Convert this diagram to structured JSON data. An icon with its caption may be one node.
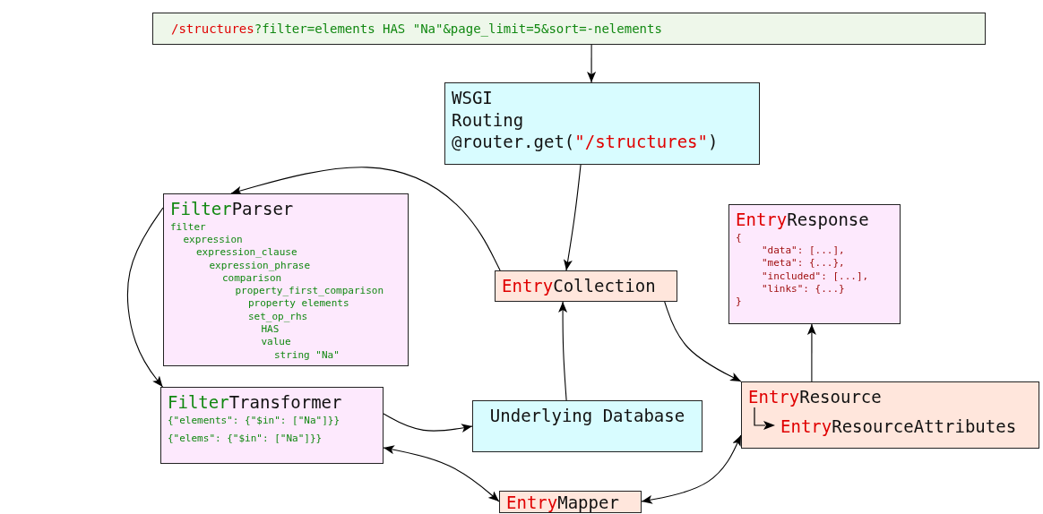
{
  "diagram": {
    "nodes": [
      {
        "text": [
          "**/structures**?filter=elements HAS \"Na\"&page_limit=5&sort=-nelements"
        ]
      },
      {
        "text": [
          "WSGI",
          "Routing",
          "@router.get(**\"/structures\"**)"
        ]
      },
      {
        "text": [
          "**Filter**Parser",
          "filter",
          "expression",
          "expression_clause",
          "expression_phrase",
          "comparison",
          "property_first_comparison",
          "property elements",
          "set_op_rhs",
          "HAS",
          "value",
          "string \"Na\""
        ]
      },
      {
        "text": [
          "**Entry**Collection"
        ]
      },
      {
        "text": [
          "**Entry**Response",
          "{",
          "\"data\": [...],",
          "\"meta\": {...},",
          "\"included\": [...],",
          "\"links\": {...}",
          "}"
        ]
      },
      {
        "text": [
          "**Filter**Transformer",
          "{\"elements\": {\"$in\": [\"Na\"]}}",
          "{\"**elems**\": {\"$in\": [\"Na\"]}}"
        ]
      },
      {
        "text": [
          "Underlying Database"
        ]
      },
      {
        "text": [
          "**Entry**Resource",
          "**Entry**ResourceAttributes"
        ]
      },
      {
        "text": [
          "**Entry**Mapper"
        ]
      }
    ],
    "edges": [
      {
        "from": 0,
        "to": 1,
        "arrow": "to"
      },
      {
        "from": 1,
        "to": 3,
        "arrow": "to"
      },
      {
        "from": 3,
        "to": 2,
        "arrow": "to"
      },
      {
        "from": 2,
        "to": 5,
        "arrow": "to"
      },
      {
        "from": 5,
        "to": 6,
        "arrow": "to"
      },
      {
        "from": 6,
        "to": 3,
        "arrow": "to"
      },
      {
        "from": 3,
        "to": 7,
        "arrow": "to"
      },
      {
        "from": 7,
        "to": 4,
        "arrow": "to"
      },
      {
        "from": 5,
        "to": 8,
        "arrow": "both"
      },
      {
        "from": 8,
        "to": 7,
        "arrow": "both"
      }
    ]
  }
}
